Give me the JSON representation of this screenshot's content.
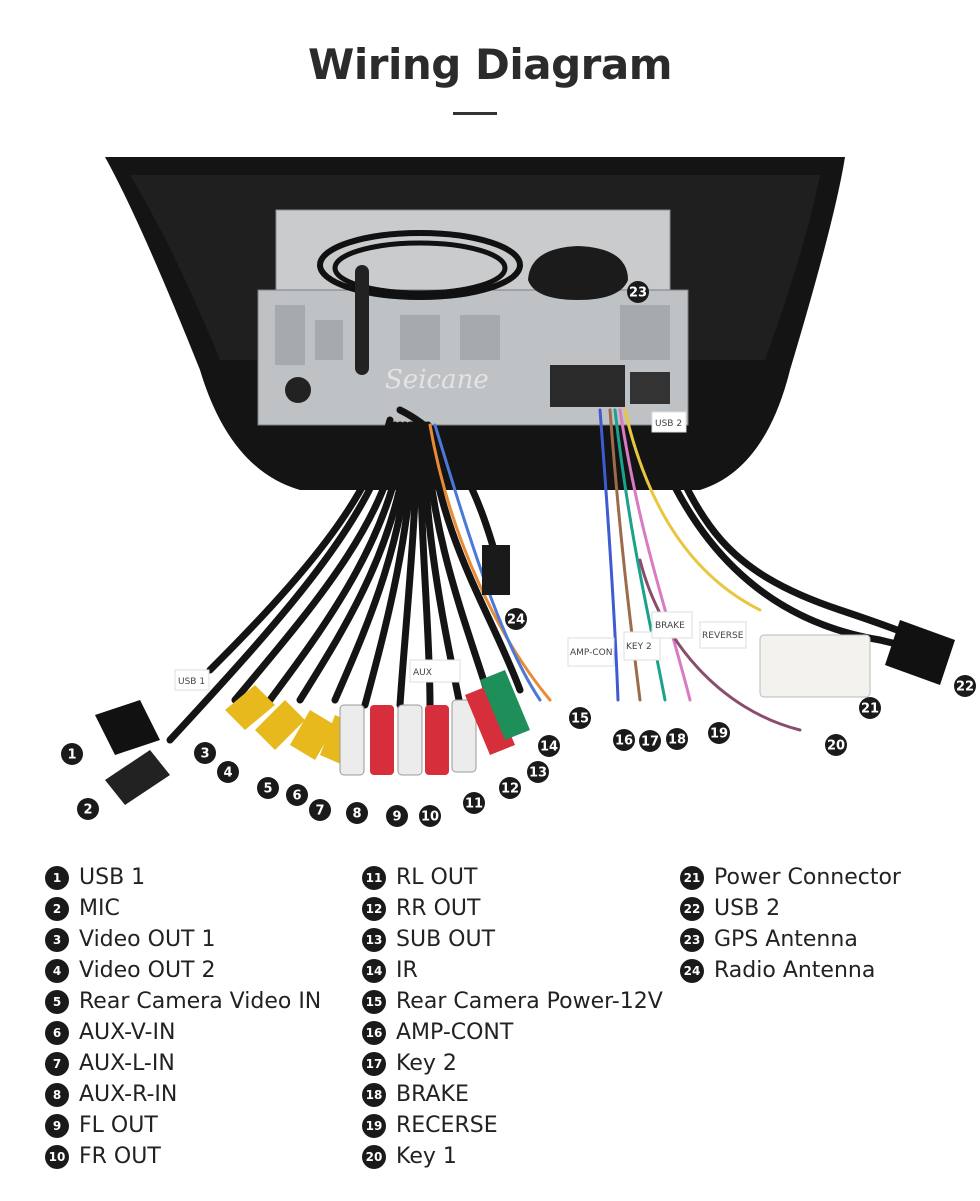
{
  "title": "Wiring Diagram",
  "watermark": "Seicane",
  "cable_tags": [
    "AMP-CON",
    "KEY 2",
    "BRAKE",
    "REVERSE",
    "USB 1",
    "USB 2",
    "AUX"
  ],
  "legend": {
    "col1": [
      {
        "num": "1",
        "label": "USB 1"
      },
      {
        "num": "2",
        "label": "MIC"
      },
      {
        "num": "3",
        "label": "Video OUT 1"
      },
      {
        "num": "4",
        "label": "Video OUT 2"
      },
      {
        "num": "5",
        "label": "Rear Camera Video IN"
      },
      {
        "num": "6",
        "label": "AUX-V-IN"
      },
      {
        "num": "7",
        "label": "AUX-L-IN"
      },
      {
        "num": "8",
        "label": "AUX-R-IN"
      },
      {
        "num": "9",
        "label": "FL OUT"
      },
      {
        "num": "10",
        "label": "FR OUT"
      }
    ],
    "col2": [
      {
        "num": "11",
        "label": "RL OUT"
      },
      {
        "num": "12",
        "label": "RR OUT"
      },
      {
        "num": "13",
        "label": "SUB OUT"
      },
      {
        "num": "14",
        "label": "IR"
      },
      {
        "num": "15",
        "label": "Rear Camera Power-12V"
      },
      {
        "num": "16",
        "label": "AMP-CONT"
      },
      {
        "num": "17",
        "label": "Key 2"
      },
      {
        "num": "18",
        "label": "BRAKE"
      },
      {
        "num": "19",
        "label": "RECERSE"
      },
      {
        "num": "20",
        "label": "Key 1"
      }
    ],
    "col3": [
      {
        "num": "21",
        "label": "Power Connector"
      },
      {
        "num": "22",
        "label": "USB 2"
      },
      {
        "num": "23",
        "label": "GPS Antenna"
      },
      {
        "num": "24",
        "label": "Radio Antenna"
      }
    ]
  },
  "markers": [
    "1",
    "2",
    "3",
    "4",
    "5",
    "6",
    "7",
    "8",
    "9",
    "10",
    "11",
    "12",
    "13",
    "14",
    "15",
    "16",
    "17",
    "18",
    "19",
    "20",
    "21",
    "22",
    "23",
    "24"
  ]
}
